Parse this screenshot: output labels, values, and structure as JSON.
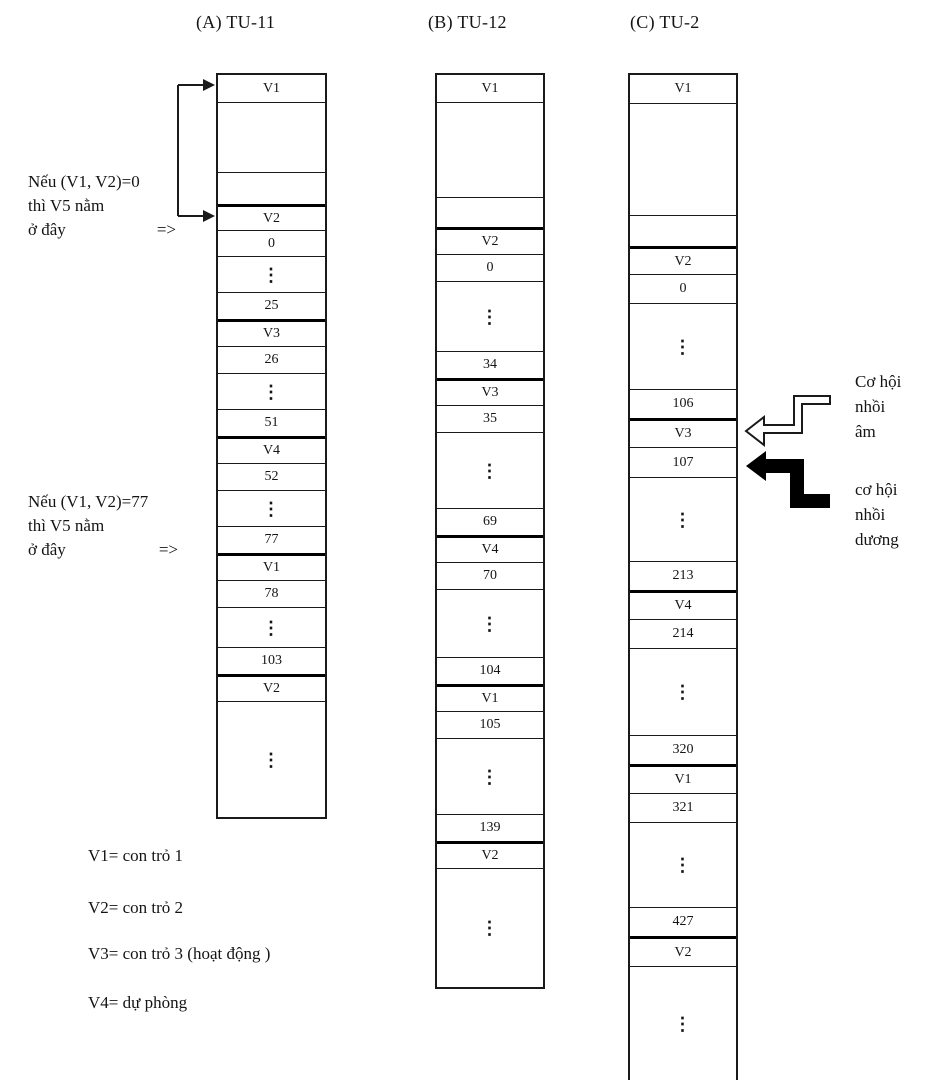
{
  "page": {
    "background": "#ffffff",
    "ink": "#1a1a1a"
  },
  "columns": [
    {
      "id": "A",
      "title": "(A) TU-11",
      "cells": [
        {
          "label": "V1",
          "h": 27
        },
        {
          "label": "",
          "h": 70
        },
        {
          "label": "",
          "h": 32
        },
        {
          "label": "V2",
          "h": 26,
          "thickTop": true
        },
        {
          "label": "0",
          "h": 26
        },
        {
          "label": "⋮",
          "h": 36,
          "dots": true
        },
        {
          "label": "25",
          "h": 27
        },
        {
          "label": "V3",
          "h": 27,
          "thickTop": true
        },
        {
          "label": "26",
          "h": 27
        },
        {
          "label": "⋮",
          "h": 36,
          "dots": true
        },
        {
          "label": "51",
          "h": 27
        },
        {
          "label": "V4",
          "h": 27,
          "thickTop": true
        },
        {
          "label": "52",
          "h": 27
        },
        {
          "label": "⋮",
          "h": 36,
          "dots": true
        },
        {
          "label": "77",
          "h": 27
        },
        {
          "label": "V1",
          "h": 27,
          "thickTop": true
        },
        {
          "label": "78",
          "h": 27
        },
        {
          "label": "⋮",
          "h": 40,
          "dots": true
        },
        {
          "label": "103",
          "h": 27
        },
        {
          "label": "V2",
          "h": 27,
          "thickTop": true
        },
        {
          "label": "⋮",
          "h": 116,
          "dots": true
        }
      ]
    },
    {
      "id": "B",
      "title": "(B) TU-12",
      "cells": [
        {
          "label": "V1",
          "h": 27
        },
        {
          "label": "",
          "h": 95
        },
        {
          "label": "",
          "h": 30
        },
        {
          "label": "V2",
          "h": 27,
          "thickTop": true
        },
        {
          "label": "0",
          "h": 27
        },
        {
          "label": "⋮",
          "h": 70,
          "dots": true
        },
        {
          "label": "34",
          "h": 27
        },
        {
          "label": "V3",
          "h": 27,
          "thickTop": true
        },
        {
          "label": "35",
          "h": 27
        },
        {
          "label": "⋮",
          "h": 76,
          "dots": true
        },
        {
          "label": "69",
          "h": 27
        },
        {
          "label": "V4",
          "h": 27,
          "thickTop": true
        },
        {
          "label": "70",
          "h": 27
        },
        {
          "label": "⋮",
          "h": 68,
          "dots": true
        },
        {
          "label": "104",
          "h": 27
        },
        {
          "label": "V1",
          "h": 27,
          "thickTop": true
        },
        {
          "label": "105",
          "h": 27
        },
        {
          "label": "⋮",
          "h": 76,
          "dots": true
        },
        {
          "label": "139",
          "h": 27
        },
        {
          "label": "V2",
          "h": 27,
          "thickTop": true
        },
        {
          "label": "⋮",
          "h": 119,
          "dots": true
        }
      ]
    },
    {
      "id": "C",
      "title": "(C) TU-2",
      "cells": [
        {
          "label": "V1",
          "h": 28
        },
        {
          "label": "",
          "h": 112
        },
        {
          "label": "",
          "h": 31
        },
        {
          "label": "V2",
          "h": 28,
          "thickTop": true
        },
        {
          "label": "0",
          "h": 29
        },
        {
          "label": "⋮",
          "h": 86,
          "dots": true
        },
        {
          "label": "106",
          "h": 29
        },
        {
          "label": "V3",
          "h": 29,
          "thickTop": true
        },
        {
          "label": "107",
          "h": 30
        },
        {
          "label": "⋮",
          "h": 84,
          "dots": true
        },
        {
          "label": "213",
          "h": 29
        },
        {
          "label": "V4",
          "h": 29,
          "thickTop": true
        },
        {
          "label": "214",
          "h": 29
        },
        {
          "label": "⋮",
          "h": 87,
          "dots": true
        },
        {
          "label": "320",
          "h": 29
        },
        {
          "label": "V1",
          "h": 29,
          "thickTop": true
        },
        {
          "label": "321",
          "h": 29
        },
        {
          "label": "⋮",
          "h": 85,
          "dots": true
        },
        {
          "label": "427",
          "h": 29
        },
        {
          "label": "V2",
          "h": 30,
          "thickTop": true
        },
        {
          "label": "⋮",
          "h": 114,
          "dots": true
        }
      ]
    }
  ],
  "left_annotations": [
    {
      "line1": "Nếu (V1, V2)=0",
      "line2": "thì V5 nằm",
      "line3": "ở đây",
      "arrow": "=>"
    },
    {
      "line1": "Nếu (V1, V2)=77",
      "line2": "thì V5 nằm",
      "line3": "ở đây",
      "arrow": "=>"
    }
  ],
  "legend": {
    "items": [
      "V1= con trỏ 1",
      "V2= con trỏ 2",
      "V3= con trỏ 3 (hoạt động )",
      "V4= dự phòng"
    ]
  },
  "right_annotations": [
    {
      "arrow_icon": "hollow-step-left-arrow",
      "line1": "Cơ hội",
      "line2": "nhồi",
      "line3": "âm"
    },
    {
      "arrow_icon": "solid-step-left-arrow",
      "line1": "cơ hội",
      "line2": "nhồi",
      "line3": "dương"
    }
  ]
}
